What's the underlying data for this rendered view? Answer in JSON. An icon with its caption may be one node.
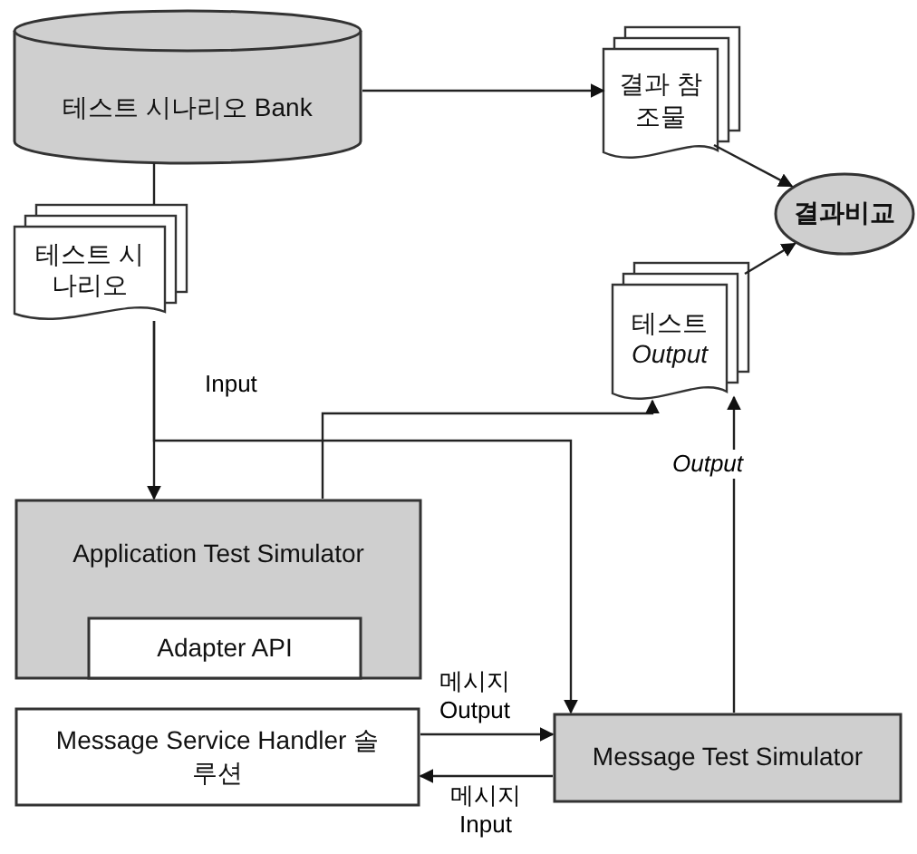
{
  "diagram": {
    "nodes": [
      {
        "text": [
          "테스트 시나리오 Bank"
        ]
      },
      {
        "text": [
          "결과 참조물"
        ]
      },
      {
        "text": [
          "결과비교"
        ]
      },
      {
        "text": [
          "테스트 시나리오"
        ]
      },
      {
        "text": [
          "테스트 *Output*"
        ]
      },
      {
        "text": [
          "Application Test Simulator"
        ]
      },
      {
        "text": [
          "Adapter API"
        ],
        "in": 5
      },
      {
        "text": [
          "Message Service Handler 솔루션"
        ]
      },
      {
        "text": [
          "Message Test Simulator"
        ]
      }
    ],
    "edges": [
      {
        "from": 0,
        "to": 1,
        "arrow": "to"
      },
      {
        "from": 1,
        "to": 2,
        "arrow": "to"
      },
      {
        "from": 4,
        "to": 2,
        "arrow": "to"
      },
      {
        "from": 0,
        "to": 3,
        "arrow": "none"
      },
      {
        "from": 3,
        "to": 5,
        "arrow": "to",
        "label": "Input"
      },
      {
        "from": 3,
        "to": 8,
        "arrow": "to"
      },
      {
        "from": 5,
        "to": 4,
        "arrow": "to"
      },
      {
        "from": 8,
        "to": 4,
        "arrow": "to",
        "label": "Output"
      },
      {
        "from": 7,
        "to": 8,
        "arrow": "to",
        "label": "메시지 Output"
      },
      {
        "from": 8,
        "to": 7,
        "arrow": "to",
        "label": "메시지 Input"
      }
    ]
  }
}
